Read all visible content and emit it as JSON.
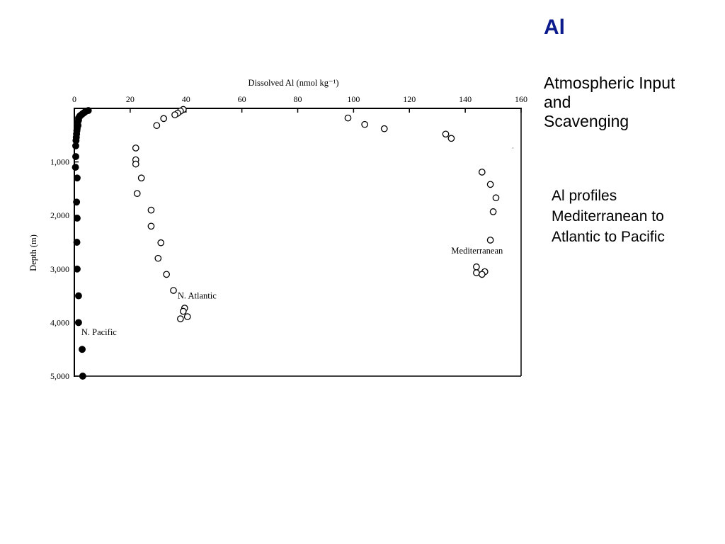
{
  "slide": {
    "title": "Al",
    "subtitle_lines": [
      "Atmospheric Input",
      "and",
      "Scavenging"
    ],
    "caption_lines": [
      "Al profiles",
      "Mediterranean to",
      "Atlantic to Pacific"
    ]
  },
  "chart_data": {
    "type": "scatter",
    "xlabel": "Dissolved Al (nmol kg⁻¹)",
    "ylabel": "Depth (m)",
    "xlim": [
      0,
      160
    ],
    "ylim": [
      0,
      5000
    ],
    "y_inverted": true,
    "x_ticks": [
      {
        "value": 0,
        "label": "0"
      },
      {
        "value": 20,
        "label": "20"
      },
      {
        "value": 40,
        "label": "40"
      },
      {
        "value": 60,
        "label": "60"
      },
      {
        "value": 80,
        "label": "80"
      },
      {
        "value": 100,
        "label": "100"
      },
      {
        "value": 120,
        "label": "120"
      },
      {
        "value": 140,
        "label": "140"
      },
      {
        "value": 160,
        "label": "160"
      }
    ],
    "y_ticks": [
      {
        "value": 1000,
        "label": "1,000"
      },
      {
        "value": 2000,
        "label": "2,000"
      },
      {
        "value": 3000,
        "label": "3,000"
      },
      {
        "value": 4000,
        "label": "4,000"
      },
      {
        "value": 5000,
        "label": "5,000"
      }
    ],
    "grid": false,
    "series": [
      {
        "name": "N. Pacific",
        "marker": "filled-circle",
        "color": "#000000",
        "points": [
          [
            5,
            40
          ],
          [
            4,
            60
          ],
          [
            3.5,
            80
          ],
          [
            3,
            100
          ],
          [
            2.5,
            120
          ],
          [
            2,
            140
          ],
          [
            1.8,
            160
          ],
          [
            1.5,
            180
          ],
          [
            1.5,
            220
          ],
          [
            1.2,
            260
          ],
          [
            1.3,
            320
          ],
          [
            1.0,
            380
          ],
          [
            0.9,
            420
          ],
          [
            0.8,
            480
          ],
          [
            0.7,
            540
          ],
          [
            0.6,
            600
          ],
          [
            0.5,
            700
          ],
          [
            0.5,
            900
          ],
          [
            0.4,
            1100
          ],
          [
            1.0,
            1300
          ],
          [
            0.8,
            1750
          ],
          [
            1.0,
            2050
          ],
          [
            0.9,
            2500
          ],
          [
            1.0,
            3000
          ],
          [
            1.5,
            3500
          ],
          [
            1.5,
            4000
          ],
          [
            2.8,
            4500
          ],
          [
            3.0,
            5000
          ]
        ],
        "label_position": {
          "x": 2.5,
          "y": 4230
        }
      },
      {
        "name": "N. Atlantic",
        "marker": "open-circle",
        "color": "#000000",
        "points": [
          [
            39,
            20
          ],
          [
            38,
            50
          ],
          [
            37,
            90
          ],
          [
            36,
            120
          ],
          [
            32,
            190
          ],
          [
            29.5,
            320
          ],
          [
            22,
            740
          ],
          [
            22,
            960
          ],
          [
            22,
            1040
          ],
          [
            24,
            1300
          ],
          [
            22.5,
            1590
          ],
          [
            27.5,
            1900
          ],
          [
            27.5,
            2200
          ],
          [
            31,
            2510
          ],
          [
            30,
            2800
          ],
          [
            33,
            3100
          ],
          [
            35.5,
            3400
          ],
          [
            39.5,
            3730
          ],
          [
            39,
            3790
          ],
          [
            40.5,
            3890
          ],
          [
            38,
            3930
          ]
        ],
        "label_position": {
          "x": 37,
          "y": 3550
        }
      },
      {
        "name": "Mediterranean",
        "marker": "open-circle",
        "color": "#000000",
        "points": [
          [
            98,
            180
          ],
          [
            104,
            300
          ],
          [
            111,
            380
          ],
          [
            133,
            480
          ],
          [
            135,
            560
          ],
          [
            146,
            1190
          ],
          [
            149,
            1420
          ],
          [
            151,
            1670
          ],
          [
            150,
            1930
          ],
          [
            149,
            2460
          ],
          [
            144,
            2960
          ],
          [
            144,
            3070
          ],
          [
            147,
            3050
          ],
          [
            146,
            3100
          ]
        ],
        "label_position": {
          "x": 135,
          "y": 2710
        }
      }
    ]
  }
}
